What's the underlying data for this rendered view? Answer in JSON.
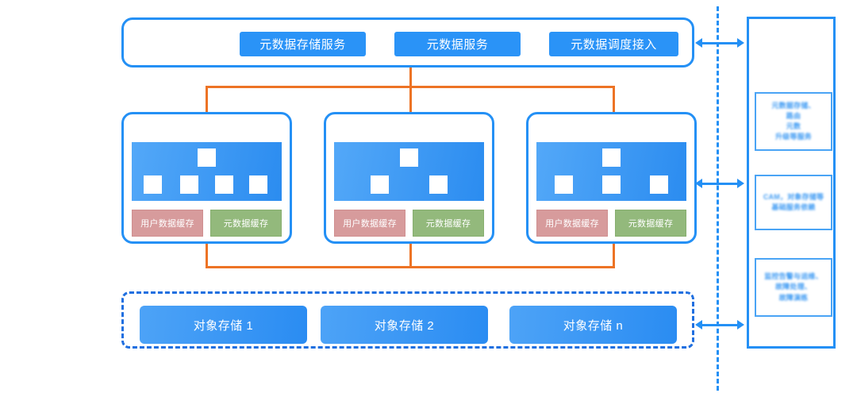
{
  "diagram": {
    "colors": {
      "primary_blue": "#2490f5",
      "button_blue": "#2a93f7",
      "connector_orange": "#ed7325",
      "cache_user_pink": "#d79b9c",
      "cache_meta_green": "#93b97c",
      "dashed_group_blue": "#1f6fe0"
    },
    "top_layer": {
      "services": [
        {
          "label": "元数据存储服务"
        },
        {
          "label": "元数据服务"
        },
        {
          "label": "元数据调度接入"
        }
      ]
    },
    "clusters": [
      {
        "name": "cluster-1",
        "nodes_top": 1,
        "nodes_bottom": 4,
        "caches": [
          {
            "label": "用户数据缓存",
            "kind": "user-data"
          },
          {
            "label": "元数据缓存",
            "kind": "metadata"
          }
        ]
      },
      {
        "name": "cluster-2",
        "nodes_top": 1,
        "nodes_bottom": 2,
        "caches": [
          {
            "label": "用户数据缓存",
            "kind": "user-data"
          },
          {
            "label": "元数据缓存",
            "kind": "metadata"
          }
        ]
      },
      {
        "name": "cluster-3",
        "nodes_top": 1,
        "nodes_bottom": 3,
        "caches": [
          {
            "label": "用户数据缓存",
            "kind": "user-data"
          },
          {
            "label": "元数据缓存",
            "kind": "metadata"
          }
        ]
      }
    ],
    "storage_layer": {
      "items": [
        {
          "label": "对象存储 1"
        },
        {
          "label": "对象存储 2"
        },
        {
          "label": "对象存储 n"
        }
      ]
    },
    "sidebar": {
      "cards": [
        {
          "text": "元数据存储、\n路由\n元数\n升级等服务",
          "redacted": true
        },
        {
          "text": "CAM，对象存储等\n基础服务依赖",
          "redacted": true
        },
        {
          "text": "监控告警与运维、\n故障处理、\n故障演练",
          "redacted": true
        }
      ]
    },
    "arrows": [
      {
        "name": "arrow-top",
        "style": "double-headed"
      },
      {
        "name": "arrow-middle",
        "style": "double-headed"
      },
      {
        "name": "arrow-bottom",
        "style": "double-headed"
      }
    ]
  }
}
